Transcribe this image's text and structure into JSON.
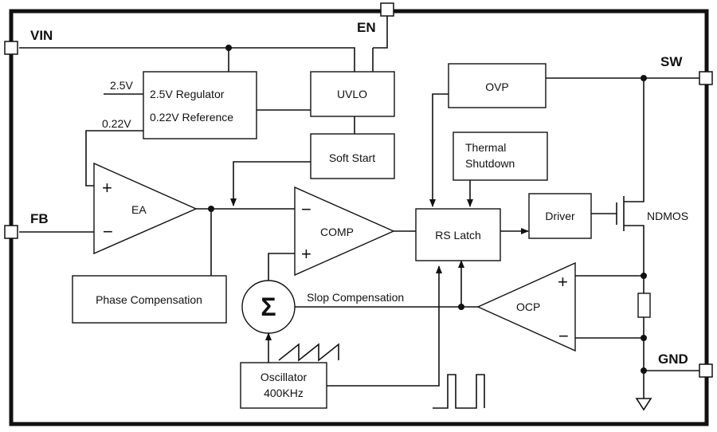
{
  "pins": {
    "vin": "VIN",
    "en": "EN",
    "sw": "SW",
    "fb": "FB",
    "gnd": "GND"
  },
  "blocks": {
    "regulator_line1": "2.5V Regulator",
    "regulator_line2": "0.22V Reference",
    "uvlo": "UVLO",
    "ovp": "OVP",
    "soft_start": "Soft Start",
    "thermal_line1": "Thermal",
    "thermal_line2": "Shutdown",
    "ea": "EA",
    "comp": "COMP",
    "rs_latch": "RS Latch",
    "driver": "Driver",
    "ndmos": "NDMOS",
    "phase_compensation": "Phase Compensation",
    "ocp": "OCP",
    "oscillator_line1": "Oscillator",
    "oscillator_line2": "400KHz",
    "summer_symbol": "Σ"
  },
  "labels": {
    "v25": "2.5V",
    "v022": "0.22V",
    "slope": "Slop Compensation",
    "plus": "+",
    "minus": "−"
  }
}
